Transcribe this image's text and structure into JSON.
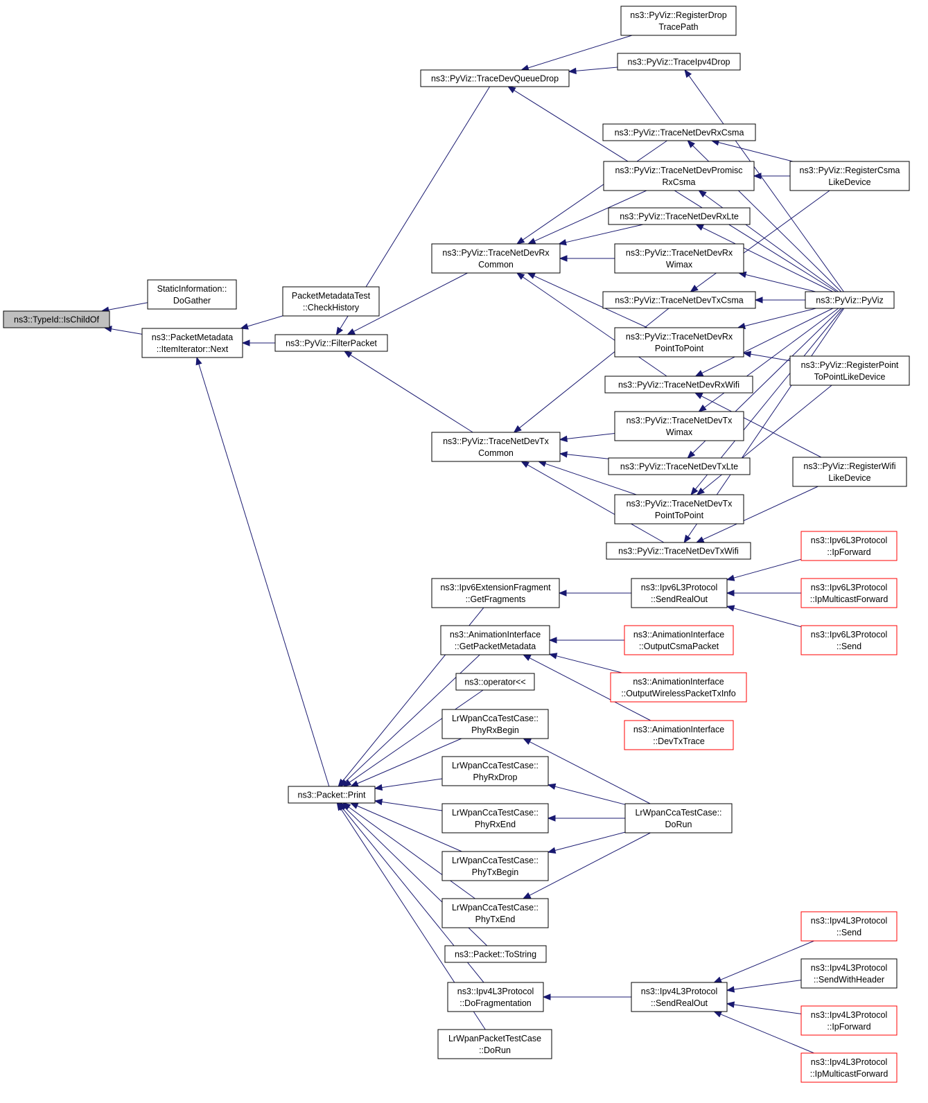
{
  "nodes": [
    {
      "id": "n0",
      "lines": [
        "ns3::TypeId::IsChildOf"
      ],
      "style": "root"
    },
    {
      "id": "n1",
      "lines": [
        "StaticInformation::",
        "DoGather"
      ]
    },
    {
      "id": "n2",
      "lines": [
        "ns3::PacketMetadata",
        "::ItemIterator::Next"
      ]
    },
    {
      "id": "n3",
      "lines": [
        "PacketMetadataTest",
        "::CheckHistory"
      ]
    },
    {
      "id": "n4",
      "lines": [
        "ns3::PyViz::FilterPacket"
      ]
    },
    {
      "id": "n5",
      "lines": [
        "ns3::Packet::Print"
      ]
    },
    {
      "id": "n6",
      "lines": [
        "ns3::PyViz::TraceDevQueueDrop"
      ]
    },
    {
      "id": "n7",
      "lines": [
        "ns3::PyViz::TraceNetDevRx",
        "Common"
      ]
    },
    {
      "id": "n8",
      "lines": [
        "ns3::PyViz::TraceNetDevTx",
        "Common"
      ]
    },
    {
      "id": "n9",
      "lines": [
        "ns3::PyViz::RegisterDrop",
        "TracePath"
      ]
    },
    {
      "id": "n10",
      "lines": [
        "ns3::PyViz::TraceIpv4Drop"
      ]
    },
    {
      "id": "n11",
      "lines": [
        "ns3::PyViz::TraceNetDevRxCsma"
      ]
    },
    {
      "id": "n12",
      "lines": [
        "ns3::PyViz::TraceNetDevPromisc",
        "RxCsma"
      ]
    },
    {
      "id": "n13",
      "lines": [
        "ns3::PyViz::TraceNetDevRxLte"
      ]
    },
    {
      "id": "n14",
      "lines": [
        "ns3::PyViz::TraceNetDevRx",
        "Wimax"
      ]
    },
    {
      "id": "n15",
      "lines": [
        "ns3::PyViz::TraceNetDevTxCsma"
      ]
    },
    {
      "id": "n16",
      "lines": [
        "ns3::PyViz::TraceNetDevRx",
        "PointToPoint"
      ]
    },
    {
      "id": "n17",
      "lines": [
        "ns3::PyViz::TraceNetDevRxWifi"
      ]
    },
    {
      "id": "n18",
      "lines": [
        "ns3::PyViz::TraceNetDevTx",
        "Wimax"
      ]
    },
    {
      "id": "n19",
      "lines": [
        "ns3::PyViz::TraceNetDevTxLte"
      ]
    },
    {
      "id": "n20",
      "lines": [
        "ns3::PyViz::TraceNetDevTx",
        "PointToPoint"
      ]
    },
    {
      "id": "n21",
      "lines": [
        "ns3::PyViz::TraceNetDevTxWifi"
      ]
    },
    {
      "id": "n22",
      "lines": [
        "ns3::PyViz::RegisterCsma",
        "LikeDevice"
      ]
    },
    {
      "id": "n23",
      "lines": [
        "ns3::PyViz::PyViz"
      ]
    },
    {
      "id": "n24",
      "lines": [
        "ns3::PyViz::RegisterPoint",
        "ToPointLikeDevice"
      ]
    },
    {
      "id": "n25",
      "lines": [
        "ns3::PyViz::RegisterWifi",
        "LikeDevice"
      ]
    },
    {
      "id": "n26",
      "lines": [
        "ns3::Ipv6ExtensionFragment",
        "::GetFragments"
      ]
    },
    {
      "id": "n27",
      "lines": [
        "ns3::AnimationInterface",
        "::GetPacketMetadata"
      ]
    },
    {
      "id": "n28",
      "lines": [
        "ns3::operator<<"
      ]
    },
    {
      "id": "n29",
      "lines": [
        "LrWpanCcaTestCase::",
        "PhyRxBegin"
      ]
    },
    {
      "id": "n30",
      "lines": [
        "LrWpanCcaTestCase::",
        "PhyRxDrop"
      ]
    },
    {
      "id": "n31",
      "lines": [
        "LrWpanCcaTestCase::",
        "PhyRxEnd"
      ]
    },
    {
      "id": "n32",
      "lines": [
        "LrWpanCcaTestCase::",
        "PhyTxBegin"
      ]
    },
    {
      "id": "n33",
      "lines": [
        "LrWpanCcaTestCase::",
        "PhyTxEnd"
      ]
    },
    {
      "id": "n34",
      "lines": [
        "ns3::Packet::ToString"
      ]
    },
    {
      "id": "n35",
      "lines": [
        "ns3::Ipv4L3Protocol",
        "::DoFragmentation"
      ]
    },
    {
      "id": "n36",
      "lines": [
        "LrWpanPacketTestCase",
        "::DoRun"
      ]
    },
    {
      "id": "n37",
      "lines": [
        "ns3::Ipv6L3Protocol",
        "::SendRealOut"
      ]
    },
    {
      "id": "n38",
      "lines": [
        "ns3::AnimationInterface",
        "::OutputCsmaPacket"
      ],
      "style": "red"
    },
    {
      "id": "n39",
      "lines": [
        "ns3::AnimationInterface",
        "::OutputWirelessPacketTxInfo"
      ],
      "style": "red"
    },
    {
      "id": "n40",
      "lines": [
        "ns3::AnimationInterface",
        "::DevTxTrace"
      ],
      "style": "red"
    },
    {
      "id": "n41",
      "lines": [
        "LrWpanCcaTestCase::",
        "DoRun"
      ]
    },
    {
      "id": "n42",
      "lines": [
        "ns3::Ipv4L3Protocol",
        "::SendRealOut"
      ]
    },
    {
      "id": "n43",
      "lines": [
        "ns3::Ipv6L3Protocol",
        "::IpForward"
      ],
      "style": "red"
    },
    {
      "id": "n44",
      "lines": [
        "ns3::Ipv6L3Protocol",
        "::IpMulticastForward"
      ],
      "style": "red"
    },
    {
      "id": "n45",
      "lines": [
        "ns3::Ipv6L3Protocol",
        "::Send"
      ],
      "style": "red"
    },
    {
      "id": "n46",
      "lines": [
        "ns3::Ipv4L3Protocol",
        "::Send"
      ],
      "style": "red"
    },
    {
      "id": "n47",
      "lines": [
        "ns3::Ipv4L3Protocol",
        "::SendWithHeader"
      ]
    },
    {
      "id": "n48",
      "lines": [
        "ns3::Ipv4L3Protocol",
        "::IpForward"
      ],
      "style": "red"
    },
    {
      "id": "n49",
      "lines": [
        "ns3::Ipv4L3Protocol",
        "::IpMulticastForward"
      ],
      "style": "red"
    }
  ],
  "edges": [
    {
      "from": "n1",
      "to": "n0"
    },
    {
      "from": "n2",
      "to": "n0"
    },
    {
      "from": "n3",
      "to": "n2"
    },
    {
      "from": "n4",
      "to": "n2"
    },
    {
      "from": "n5",
      "to": "n2"
    },
    {
      "from": "n6",
      "to": "n4"
    },
    {
      "from": "n7",
      "to": "n4"
    },
    {
      "from": "n8",
      "to": "n4"
    },
    {
      "from": "n9",
      "to": "n6"
    },
    {
      "from": "n10",
      "to": "n6"
    },
    {
      "from": "n23",
      "to": "n6"
    },
    {
      "from": "n23",
      "to": "n10"
    },
    {
      "from": "n11",
      "to": "n7"
    },
    {
      "from": "n12",
      "to": "n7"
    },
    {
      "from": "n13",
      "to": "n7"
    },
    {
      "from": "n14",
      "to": "n7"
    },
    {
      "from": "n16",
      "to": "n7"
    },
    {
      "from": "n17",
      "to": "n7"
    },
    {
      "from": "n15",
      "to": "n8"
    },
    {
      "from": "n18",
      "to": "n8"
    },
    {
      "from": "n19",
      "to": "n8"
    },
    {
      "from": "n20",
      "to": "n8"
    },
    {
      "from": "n21",
      "to": "n8"
    },
    {
      "from": "n22",
      "to": "n11"
    },
    {
      "from": "n23",
      "to": "n11"
    },
    {
      "from": "n22",
      "to": "n12"
    },
    {
      "from": "n23",
      "to": "n12"
    },
    {
      "from": "n23",
      "to": "n13"
    },
    {
      "from": "n23",
      "to": "n14"
    },
    {
      "from": "n22",
      "to": "n15"
    },
    {
      "from": "n23",
      "to": "n15"
    },
    {
      "from": "n23",
      "to": "n16"
    },
    {
      "from": "n24",
      "to": "n16"
    },
    {
      "from": "n23",
      "to": "n17"
    },
    {
      "from": "n25",
      "to": "n17"
    },
    {
      "from": "n23",
      "to": "n18"
    },
    {
      "from": "n23",
      "to": "n19"
    },
    {
      "from": "n23",
      "to": "n20"
    },
    {
      "from": "n24",
      "to": "n20"
    },
    {
      "from": "n23",
      "to": "n21"
    },
    {
      "from": "n25",
      "to": "n21"
    },
    {
      "from": "n26",
      "to": "n5"
    },
    {
      "from": "n27",
      "to": "n5"
    },
    {
      "from": "n28",
      "to": "n5"
    },
    {
      "from": "n29",
      "to": "n5"
    },
    {
      "from": "n30",
      "to": "n5"
    },
    {
      "from": "n31",
      "to": "n5"
    },
    {
      "from": "n32",
      "to": "n5"
    },
    {
      "from": "n33",
      "to": "n5"
    },
    {
      "from": "n34",
      "to": "n5"
    },
    {
      "from": "n35",
      "to": "n5"
    },
    {
      "from": "n36",
      "to": "n5"
    },
    {
      "from": "n37",
      "to": "n26"
    },
    {
      "from": "n38",
      "to": "n27"
    },
    {
      "from": "n39",
      "to": "n27"
    },
    {
      "from": "n40",
      "to": "n27"
    },
    {
      "from": "n41",
      "to": "n29"
    },
    {
      "from": "n41",
      "to": "n30"
    },
    {
      "from": "n41",
      "to": "n31"
    },
    {
      "from": "n41",
      "to": "n32"
    },
    {
      "from": "n41",
      "to": "n33"
    },
    {
      "from": "n42",
      "to": "n35"
    },
    {
      "from": "n43",
      "to": "n37"
    },
    {
      "from": "n44",
      "to": "n37"
    },
    {
      "from": "n45",
      "to": "n37"
    },
    {
      "from": "n46",
      "to": "n42"
    },
    {
      "from": "n47",
      "to": "n42"
    },
    {
      "from": "n48",
      "to": "n42"
    },
    {
      "from": "n49",
      "to": "n42"
    }
  ]
}
